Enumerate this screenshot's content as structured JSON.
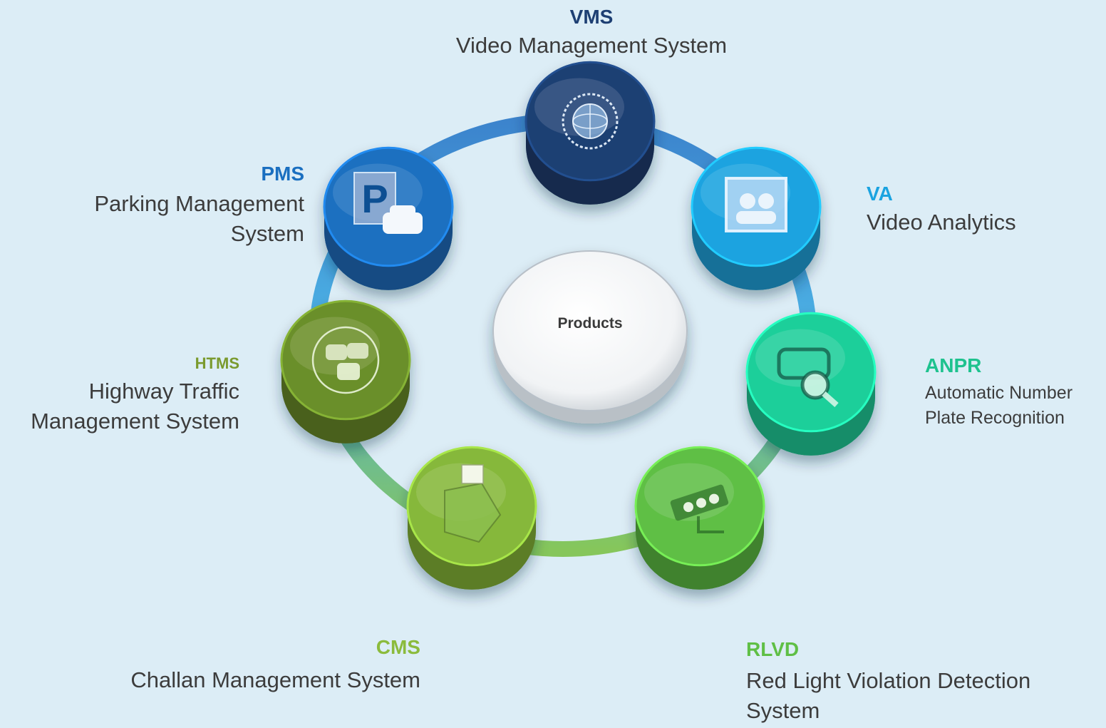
{
  "center": {
    "label": "Products"
  },
  "products": [
    {
      "code": "VMS",
      "name_lines": [
        "Video Management System"
      ],
      "color": "#1d3f73",
      "code_color": "#1d3f73",
      "icon": "globe-network-icon"
    },
    {
      "code": "VA",
      "name_lines": [
        "Video Analytics"
      ],
      "color": "#1aa3e0",
      "code_color": "#1aa3e0",
      "icon": "people-frame-icon"
    },
    {
      "code": "ANPR",
      "name_lines": [
        "Automatic Number",
        "Plate Recognition"
      ],
      "color": "#1ecf9a",
      "code_color": "#1ec28e",
      "icon": "car-search-icon"
    },
    {
      "code": "RLVD",
      "name_lines": [
        "Red Light Violation Detection",
        "System"
      ],
      "color": "#5fbf45",
      "code_color": "#5fbf45",
      "icon": "traffic-camera-icon"
    },
    {
      "code": "CMS",
      "name_lines": [
        "Challan Management System"
      ],
      "color": "#86b83a",
      "code_color": "#8bbb3c",
      "icon": "ticket-box-icon"
    },
    {
      "code": "HTMS",
      "name_lines": [
        "Highway Traffic",
        "Management System"
      ],
      "color": "#6b8f2a",
      "code_color": "#7a9a2e",
      "icon": "traffic-cars-icon"
    },
    {
      "code": "PMS",
      "name_lines": [
        "Parking Management",
        "System"
      ],
      "color": "#1a6fc0",
      "code_color": "#1a6fc0",
      "icon": "parking-car-icon"
    }
  ]
}
